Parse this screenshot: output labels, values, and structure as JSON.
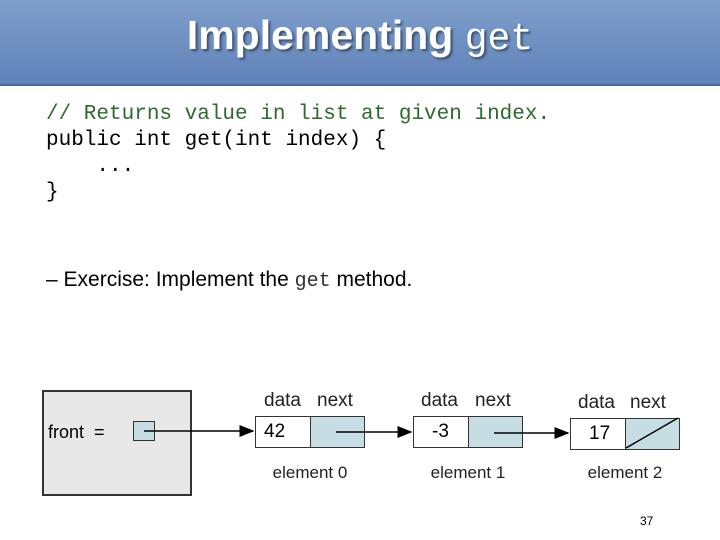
{
  "slide": {
    "title_text": "Implementing",
    "title_code": "get",
    "code": {
      "comment": "// Returns value in list at given index.",
      "line1": "public int get(int index) {",
      "line2": "    ...",
      "line3": "}"
    },
    "bullet": {
      "dash": "– ",
      "text_before": "Exercise: Implement the ",
      "code": "get",
      "text_after": " method."
    },
    "front_label": "front  =",
    "header_data": "data",
    "header_next": "next",
    "nodes": [
      {
        "value": "42",
        "label": "element 0"
      },
      {
        "value": "-3",
        "label": "element 1"
      },
      {
        "value": "17",
        "label": "element 2"
      }
    ],
    "page_number": "37"
  },
  "colors": {
    "title_bar": "#6f90c2",
    "next_cell": "#c6dde3",
    "var_box": "#e8e8e8",
    "comment": "#2d6a2d"
  }
}
